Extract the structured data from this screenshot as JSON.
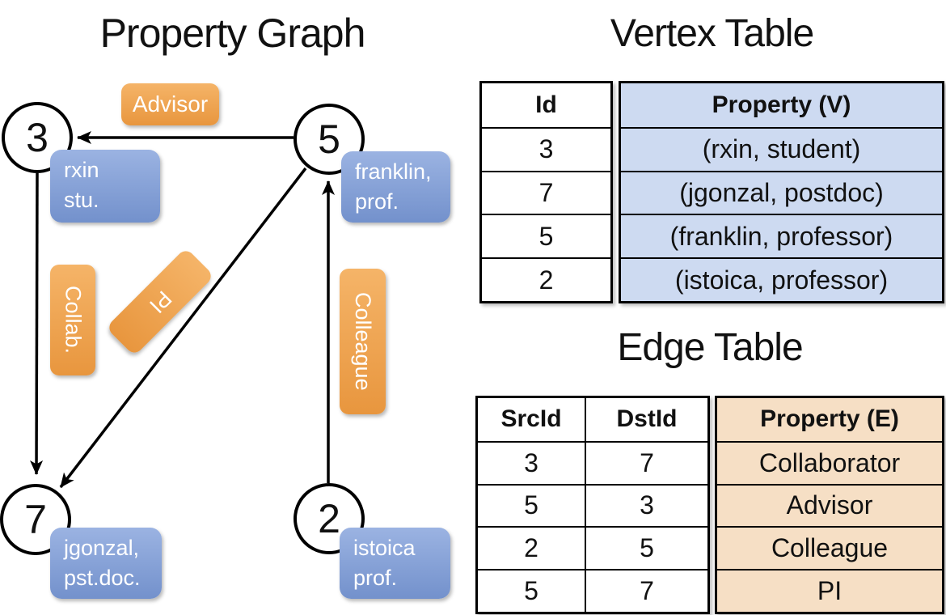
{
  "graph": {
    "title": "Property Graph",
    "vertices": [
      {
        "id": "3",
        "property_lines": [
          "rxin",
          "stu."
        ]
      },
      {
        "id": "5",
        "property_lines": [
          "franklin,",
          "prof."
        ]
      },
      {
        "id": "7",
        "property_lines": [
          "jgonzal,",
          "pst.doc."
        ]
      },
      {
        "id": "2",
        "property_lines": [
          "istoica",
          "prof."
        ]
      }
    ],
    "edges": [
      {
        "src": "5",
        "dst": "3",
        "label": "Advisor"
      },
      {
        "src": "3",
        "dst": "7",
        "label": "Collab."
      },
      {
        "src": "5",
        "dst": "7",
        "label": "PI"
      },
      {
        "src": "2",
        "dst": "5",
        "label": "Colleague"
      }
    ]
  },
  "vertex_table": {
    "title": "Vertex Table",
    "columns": [
      "Id",
      "Property (V)"
    ],
    "rows": [
      [
        "3",
        "(rxin, student)"
      ],
      [
        "7",
        "(jgonzal, postdoc)"
      ],
      [
        "5",
        "(franklin, professor)"
      ],
      [
        "2",
        "(istoica, professor)"
      ]
    ]
  },
  "edge_table": {
    "title": "Edge Table",
    "columns": [
      "SrcId",
      "DstId",
      "Property (E)"
    ],
    "rows": [
      [
        "3",
        "7",
        "Collaborator"
      ],
      [
        "5",
        "3",
        "Advisor"
      ],
      [
        "2",
        "5",
        "Colleague"
      ],
      [
        "5",
        "7",
        "PI"
      ]
    ]
  },
  "colors": {
    "edge_label_orange_top": "#F5B468",
    "edge_label_orange_bottom": "#E8963E",
    "vertex_property_blue_top": "#9BB3E2",
    "vertex_property_blue_bottom": "#7391CC",
    "vertex_table_fill": "#CDDAF1",
    "edge_table_fill": "#F6DFC5",
    "line_color": "#000000"
  }
}
